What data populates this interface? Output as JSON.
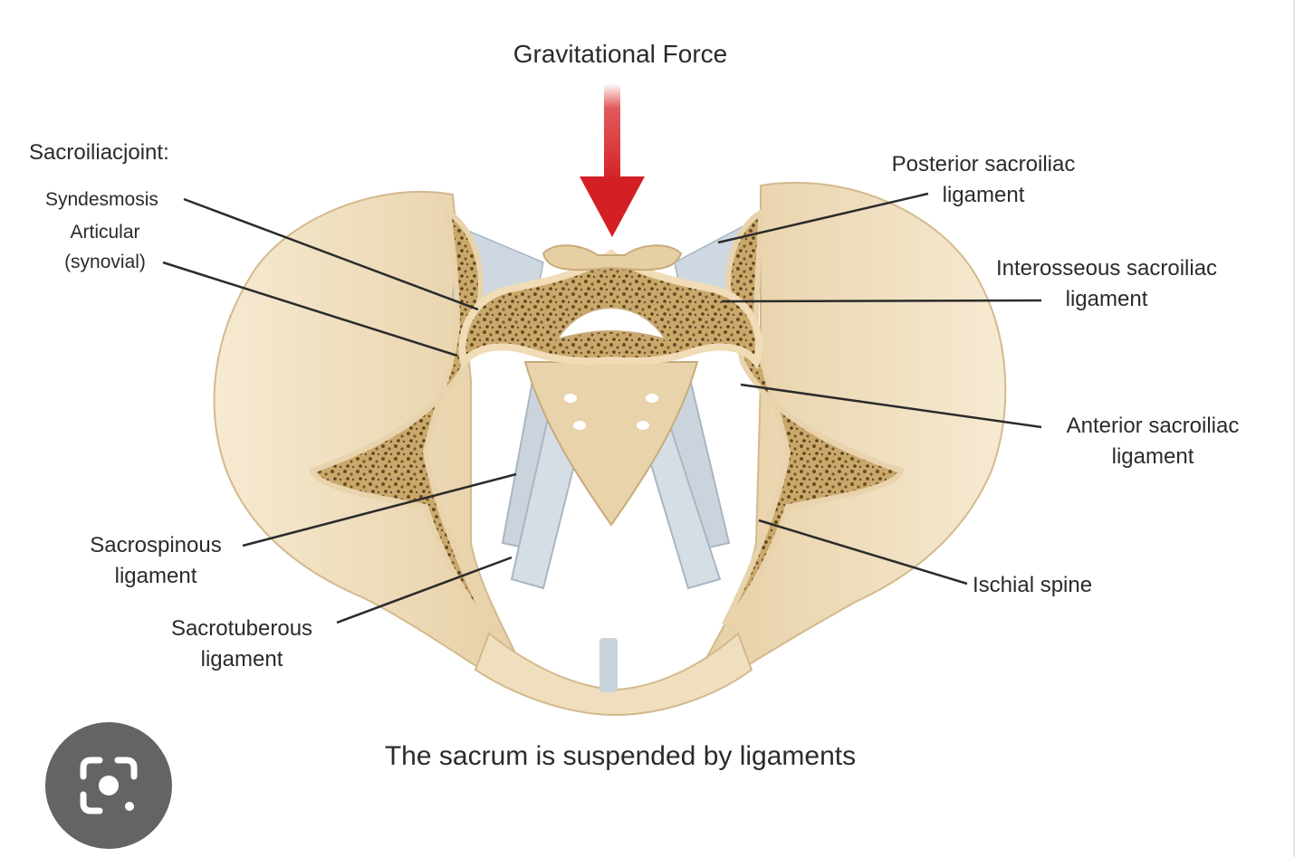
{
  "figure": {
    "title": "Gravitational Force",
    "caption": "The sacrum is suspended by ligaments",
    "labels": {
      "sacroiliac_joint": "Sacroiliacjoint:",
      "syndesmosis": "Syndesmosis",
      "articular_line1": "Articular",
      "articular_line2": "(synovial)",
      "posterior_line1": "Posterior sacroiliac",
      "posterior_line2": "ligament",
      "interosseous_line1": "Interosseous sacroiliac",
      "interosseous_line2": "ligament",
      "anterior_line1": "Anterior sacroiliac",
      "anterior_line2": "ligament",
      "sacrospinous_line1": "Sacrospinous",
      "sacrospinous_line2": "ligament",
      "sacrotuberous_line1": "Sacrotuberous",
      "sacrotuberous_line2": "ligament",
      "ischial_spine": "Ischial spine"
    },
    "colors": {
      "bone": "#f0dfbf",
      "bone_shadow": "#ddc39a",
      "cancellous": "#c9a86b",
      "ligament": "#c9d3dc",
      "arrow": "#d9262a",
      "leader": "#2b2b2b"
    }
  },
  "overlay": {
    "icon": "google-lens-icon"
  }
}
